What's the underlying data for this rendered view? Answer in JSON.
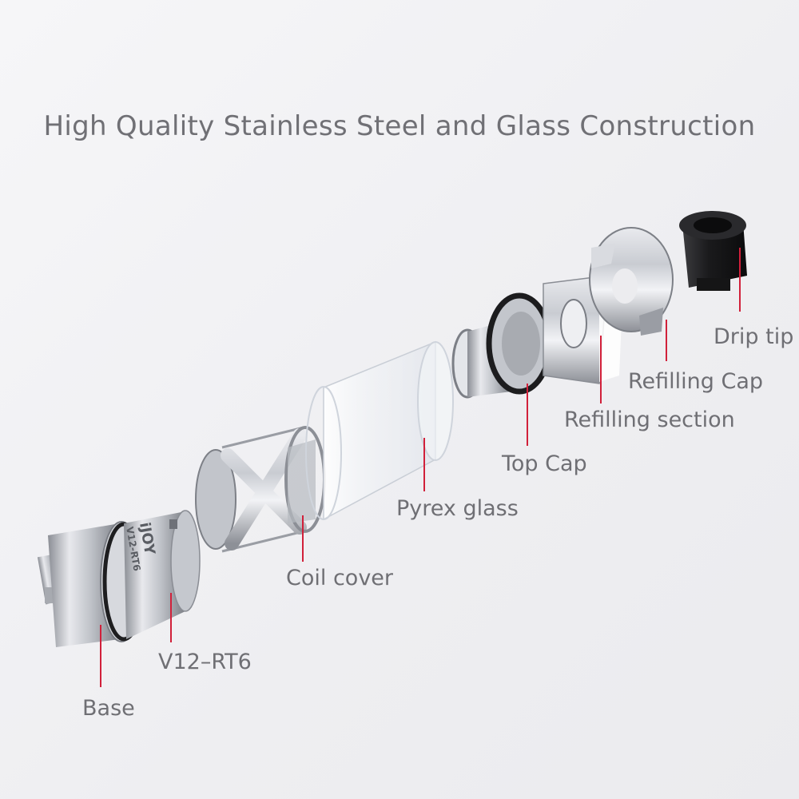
{
  "title": "High Quality Stainless Steel and Glass Construction",
  "engraving": {
    "brand": "iJOY",
    "model": "V12-RT6"
  },
  "labels": {
    "base": "Base",
    "v12": "V12–RT6",
    "coil_cover": "Coil cover",
    "pyrex": "Pyrex glass",
    "top_cap": "Top Cap",
    "refilling_section": "Refilling section",
    "refilling_cap": "Refilling Cap",
    "drip_tip": "Drip tip"
  },
  "colors": {
    "leader_line": "#d1203a",
    "steel": "#b9bcc2",
    "steel_dark": "#6e7178",
    "drip_tip": "#1c1c1e"
  }
}
